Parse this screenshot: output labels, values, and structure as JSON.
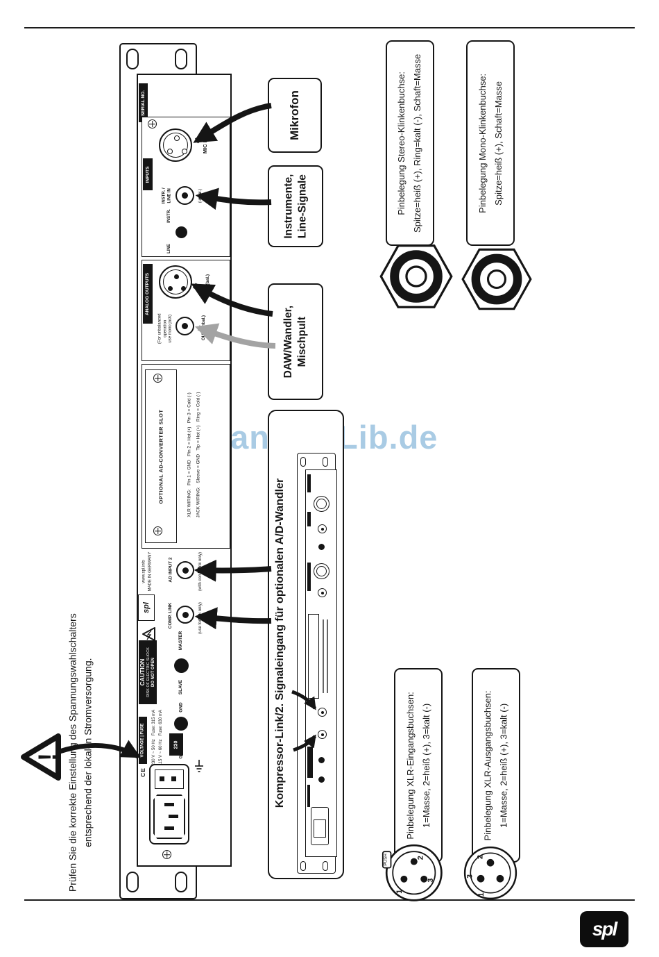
{
  "watermark": "ManualsLib.de",
  "notes": {
    "voltage_line1": "Prüfen Sie die korrekte Einstellung des Spannungswahlschalters",
    "voltage_line2": "entsprechend der lokalen Stromversorgung.",
    "warning_mark": "!"
  },
  "callouts": {
    "mikrofon": "Mikrofon",
    "instrumente_line1": "Instrumente,",
    "instrumente_line2": "Line-Signale",
    "daw_line1": "DAW/Wandler,",
    "daw_line2": "Mischpult",
    "kompressor": "Kompressor-Link/2. Signaleingang für optionalen A/D-Wandler"
  },
  "pinouts": {
    "stereo": {
      "title": "Pinbelegung Stereo-Klinkenbuchse:",
      "detail": "Spitze=heiß (+), Ring=kalt (-), Schaft=Masse"
    },
    "mono": {
      "title": "Pinbelegung Mono-Klinkenbuchse:",
      "detail": "Spitze=heiß (+), Schaft=Masse"
    },
    "xlr_in": {
      "title": "Pinbelegung XLR-Eingangsbuchsen:",
      "detail": "1=Masse, 2=heiß (+), 3=kalt (-)"
    },
    "xlr_out": {
      "title": "Pinbelegung XLR-Ausgangsbuchsen:",
      "detail": "1=Masse, 2=heiß (+), 3=kalt (-)"
    },
    "push": "PUSH",
    "pin1": "1",
    "pin2": "2",
    "pin3": "3"
  },
  "panel": {
    "serial": "SERIAL NO.",
    "inputs": "INPUTS",
    "mic_in": "MIC IN",
    "instr_line_1": "INSTR. /",
    "instr_line_2": "LINE IN",
    "unbal": "(unbal.)",
    "instr": "INSTR.",
    "line": "LINE",
    "analog_outputs": "ANALOG OUTPUTS",
    "out_bal": "OUT (bal.)",
    "unbal_note_1": "(For unbalanced",
    "unbal_note_2": "operation",
    "unbal_note_3": "use mono jack)",
    "out_unbal": "OUT (unbal.)",
    "slot": "OPTIONAL AD-CONVERTER SLOT",
    "wiring_line1": "XLR WIRING:   Pin 1 = GND   Pin 2 = Hot (+)   Pin 3 = Cold (-)",
    "wiring_line2": "JACK WIRING:   Sleeve = GND   Tip = Hot (+)   Ring = Cold (-)",
    "www": "www.spl.info",
    "made_in": "MADE IN GERMANY",
    "ad_input_2": "AD INPUT 2",
    "with_comp": "(with comp. link only)",
    "spl_small": "spl",
    "comp_link": "COMP. LINK",
    "use_link": "(use for link only)",
    "caution": "CAUTION",
    "caution_risk": "RISK OF ELECTRIC SHOCK",
    "caution_open": "DO NOT OPEN",
    "master": "MASTER",
    "slave": "SLAVE",
    "gnd": "GND",
    "gnd_lift": "GND LIFT",
    "voltage_fuse": "VOLTAGE | FUSE",
    "v230": "230 V ~ 50 Hz   Fuse: 315 mA",
    "v115": "115 V ~ 60 Hz   Fuse: 630 mA",
    "selector": "230",
    "ce": "CE"
  },
  "logo": {
    "spl": "spl"
  }
}
